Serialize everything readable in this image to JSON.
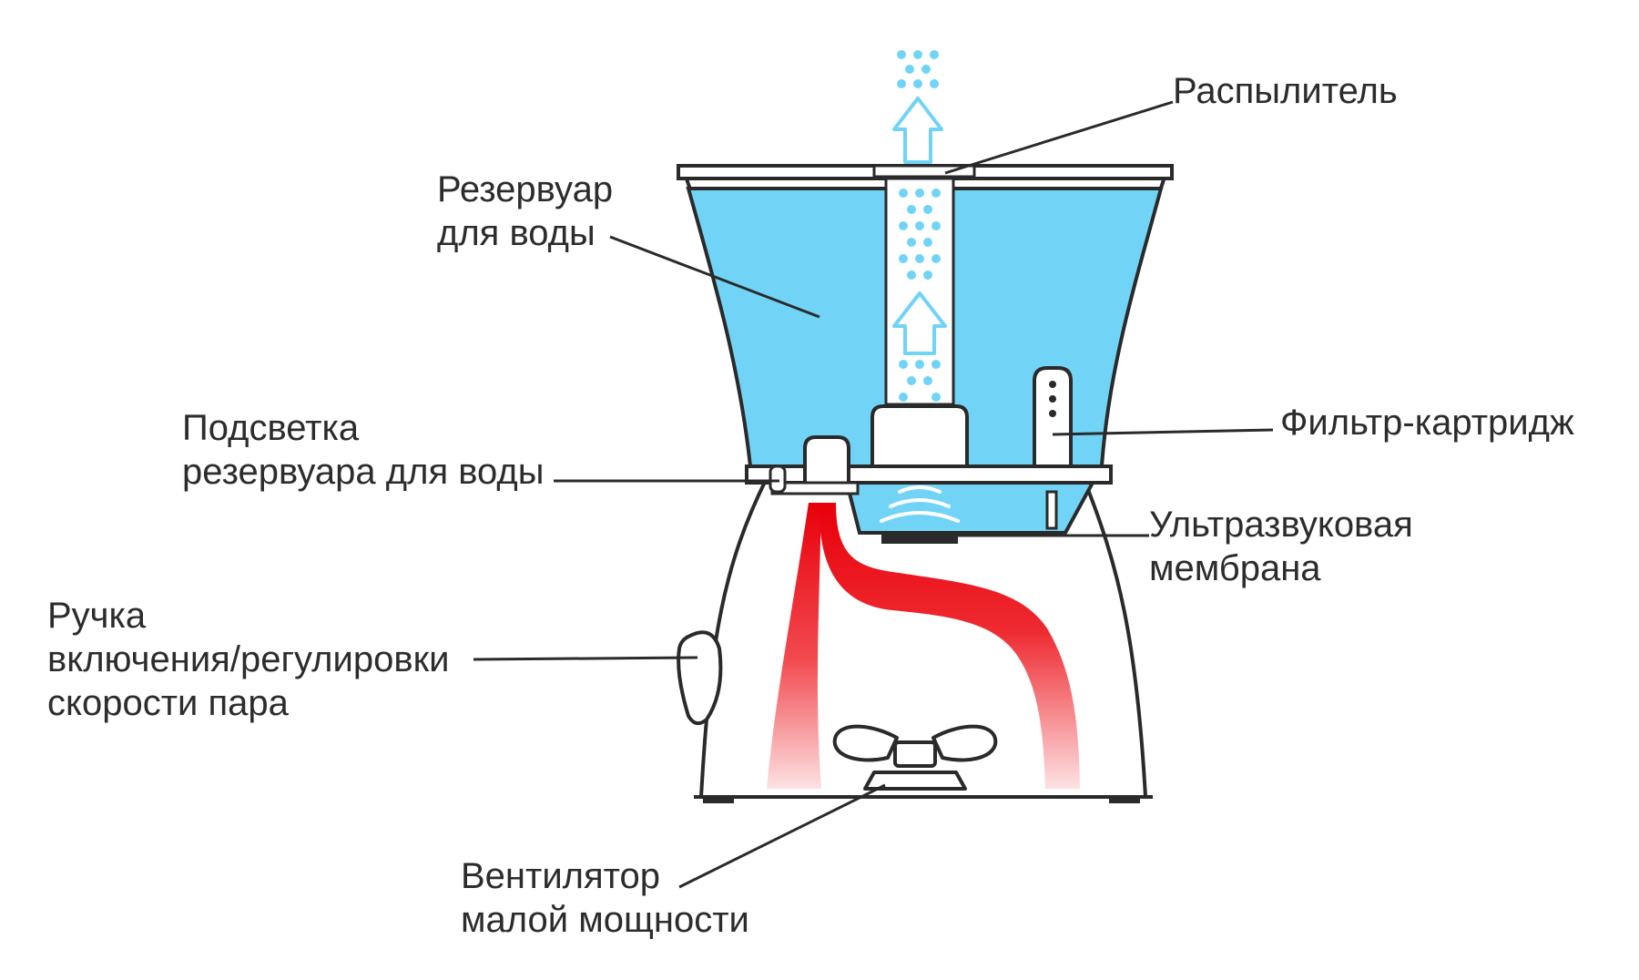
{
  "labels": {
    "sprayer": "Распылитель",
    "reservoir": [
      "Резервуар",
      "для воды"
    ],
    "backlight": [
      "Подсветка",
      "резервуара для воды"
    ],
    "filter": "Фильтр-картридж",
    "membrane": [
      "Ультразвуковая",
      "мембрана"
    ],
    "knob": [
      "Ручка",
      "включения/регулировки",
      "скорости пара"
    ],
    "fan": [
      "Вентилятор",
      "малой мощности"
    ]
  },
  "colors": {
    "water": "#71d4f7",
    "outline": "#2a2a2a",
    "hot_air": "#e8000a",
    "mist_dots": "#71d4f7",
    "arrow_stroke": "#71d4f7"
  }
}
